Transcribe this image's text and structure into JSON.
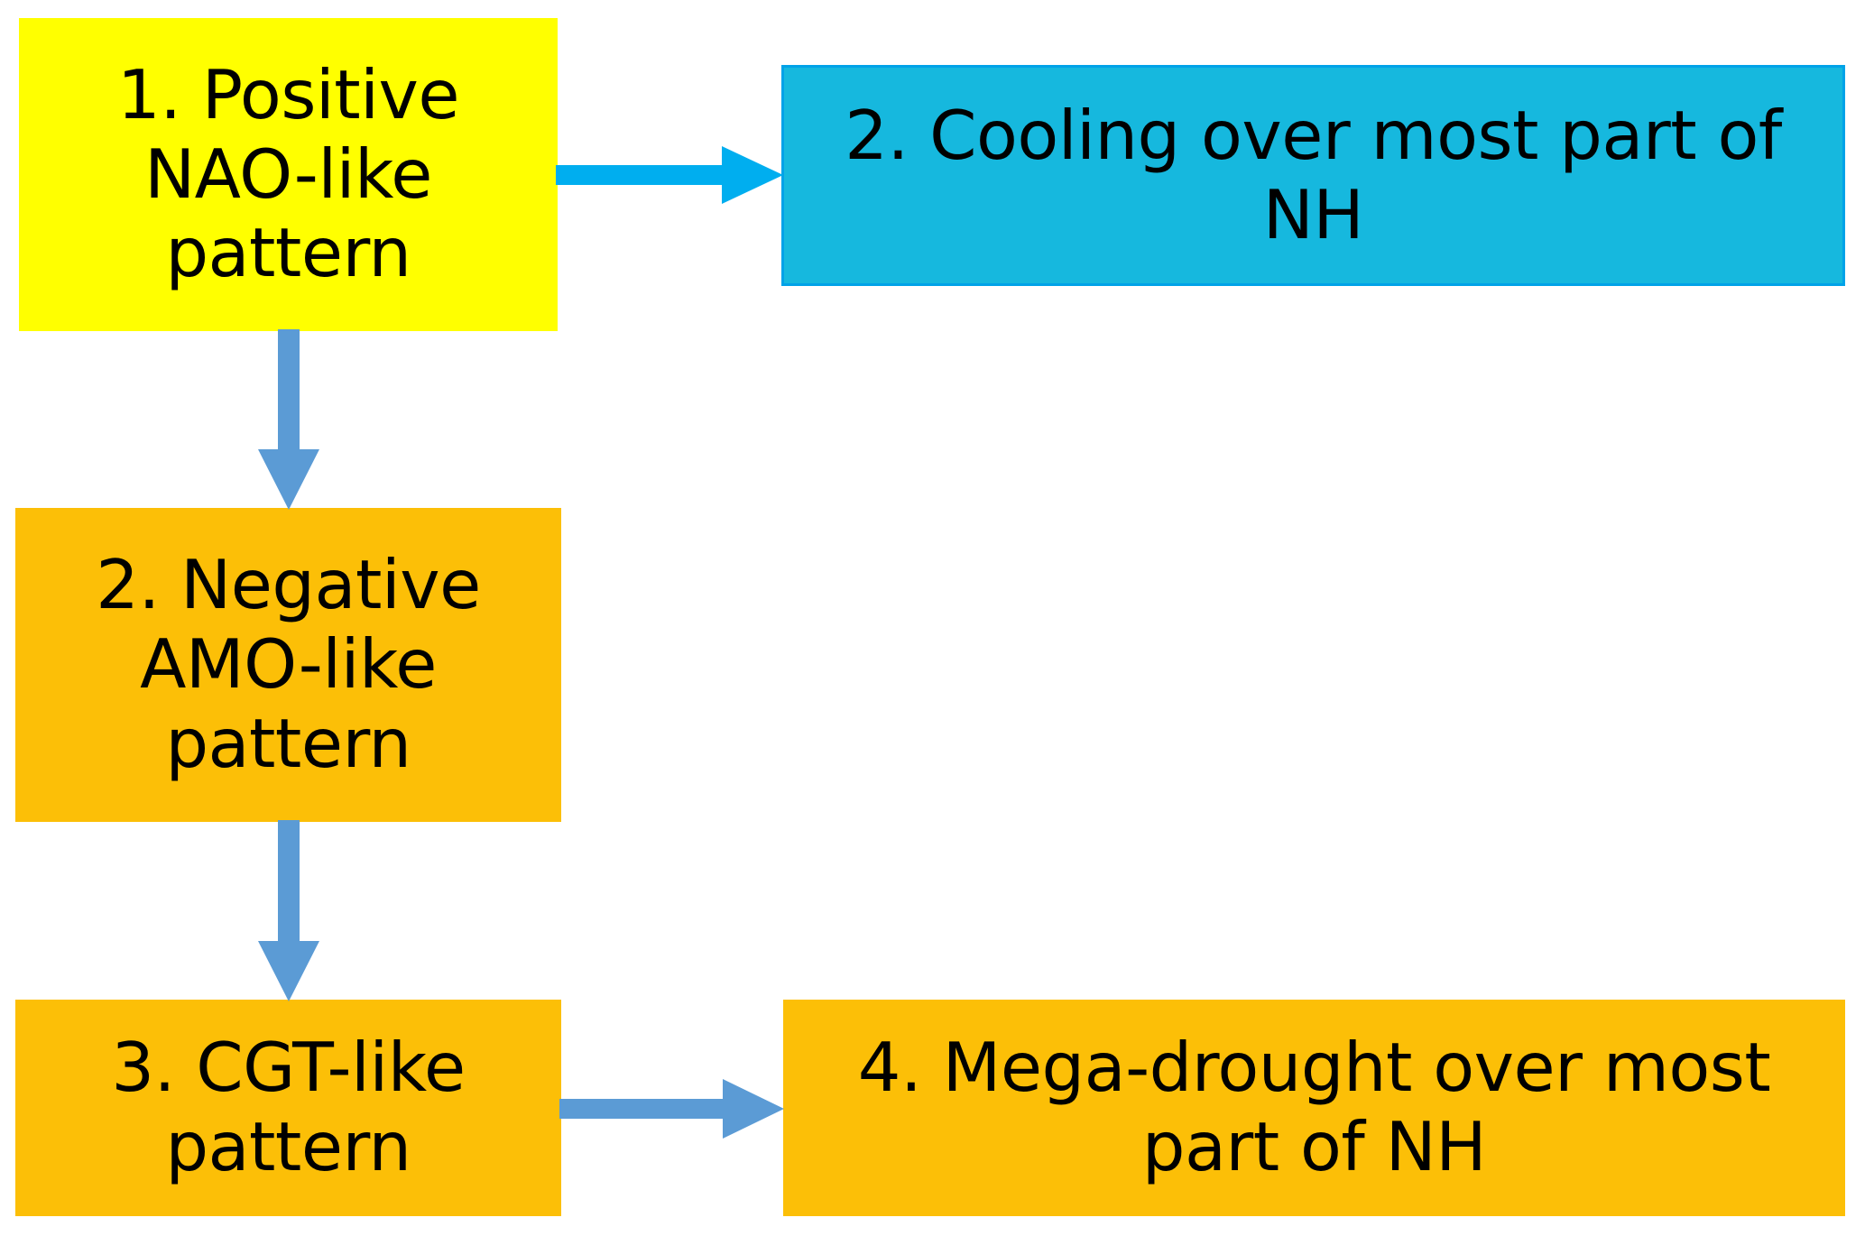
{
  "diagram": {
    "type": "flowchart",
    "background_color": "#FFFFFF",
    "title": "",
    "nodes": [
      {
        "id": "nao",
        "label": "1. Positive\nNAO-like\npattern",
        "color": "#FFFF00",
        "text_color": "#000000"
      },
      {
        "id": "cooling",
        "label": "2. Cooling over most part of\nNH",
        "color": "#16B8DE",
        "border_color": "#00A2E8",
        "text_color": "#000000"
      },
      {
        "id": "amo",
        "label": "2. Negative\nAMO-like\npattern",
        "color": "#FCBF07",
        "text_color": "#000000"
      },
      {
        "id": "cgt",
        "label": "3. CGT-like\npattern",
        "color": "#FCBF07",
        "text_color": "#000000"
      },
      {
        "id": "drought",
        "label": "4. Mega-drought over most\npart of NH",
        "color": "#FCBF07",
        "text_color": "#000000"
      }
    ],
    "edges": [
      {
        "id": "nao-cooling",
        "from": "nao",
        "to": "cooling",
        "direction": "right",
        "color": "#00AEEF"
      },
      {
        "id": "nao-amo",
        "from": "nao",
        "to": "amo",
        "direction": "down",
        "color": "#5B9BD5"
      },
      {
        "id": "amo-cgt",
        "from": "amo",
        "to": "cgt",
        "direction": "down",
        "color": "#5B9BD5"
      },
      {
        "id": "cgt-drought",
        "from": "cgt",
        "to": "drought",
        "direction": "right",
        "color": "#5B9BD5"
      }
    ]
  }
}
